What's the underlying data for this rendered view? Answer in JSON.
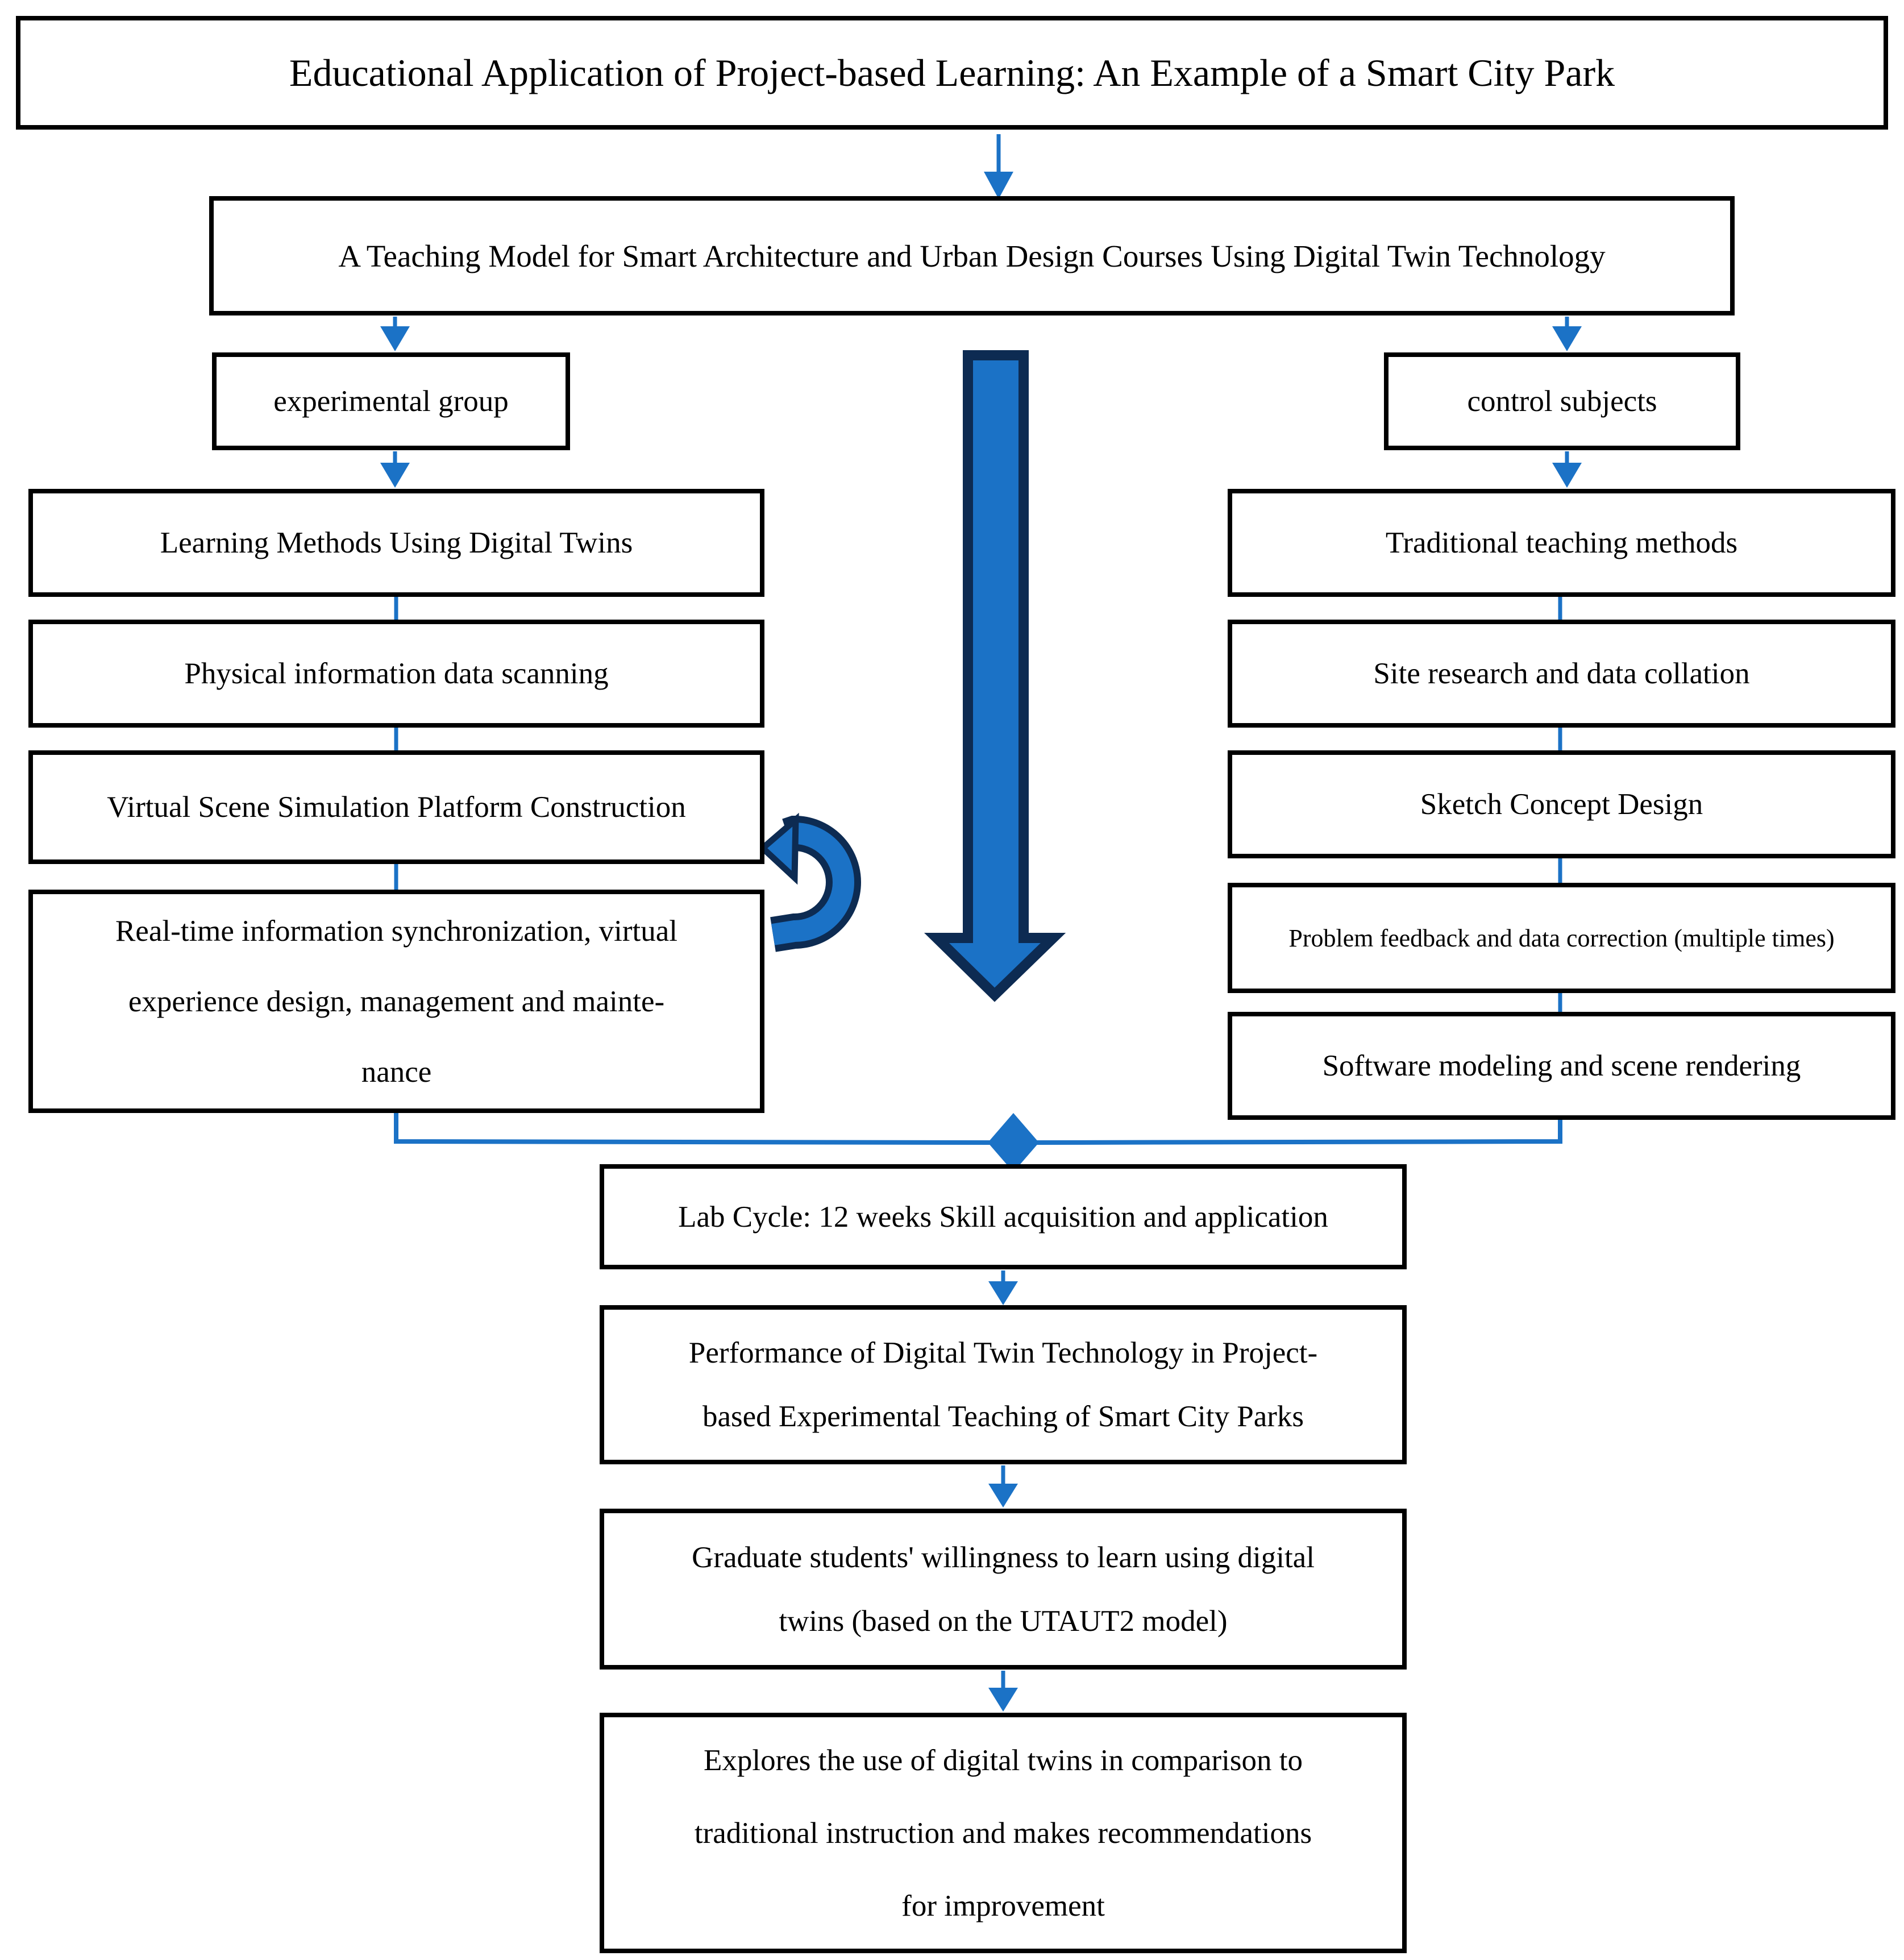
{
  "colors": {
    "accent": "#1b72c6",
    "dark_navy": "#0d2b52",
    "box_border": "#000000",
    "bg": "#ffffff"
  },
  "header": {
    "title": "Educational Application of Project-based Learning: An Example of a Smart City Park"
  },
  "model_box": {
    "label": "A Teaching Model for Smart Architecture and Urban Design Courses Using Digital Twin Technology"
  },
  "left_branch": {
    "group_label": "experimental group",
    "steps": [
      {
        "label": "Learning Methods Using Digital Twins"
      },
      {
        "label": "Physical information data scanning"
      },
      {
        "label": "Virtual Scene Simulation Platform Construction"
      },
      {
        "lines": [
          "Real-time information synchronization, virtual",
          "experience design, management and mainte-",
          "nance"
        ]
      }
    ]
  },
  "right_branch": {
    "group_label": "control subjects",
    "steps": [
      {
        "label": "Traditional teaching methods"
      },
      {
        "label": "Site research and data collation"
      },
      {
        "label": "Sketch Concept Design"
      },
      {
        "label": "Problem feedback and data correction (multiple times)"
      },
      {
        "label": "Software modeling and scene rendering"
      }
    ]
  },
  "merge_flow": [
    {
      "lines": [
        "Lab Cycle: 12 weeks Skill acquisition and application"
      ]
    },
    {
      "lines": [
        "Performance of Digital Twin Technology in Project-",
        "based Experimental Teaching of Smart City Parks"
      ]
    },
    {
      "lines": [
        "Graduate students' willingness to learn using digital",
        "twins (based on the UTAUT2 model)"
      ]
    },
    {
      "lines": [
        "Explores the use of digital twins in comparison to",
        "traditional instruction and makes recommendations",
        "for improvement"
      ]
    }
  ],
  "icons": {
    "down_arrow": "down-arrow",
    "big_down_arrow": "big-down-arrow",
    "loop_arrow": "loop-arrow",
    "merge_diamond": "merge-diamond-arrow"
  }
}
